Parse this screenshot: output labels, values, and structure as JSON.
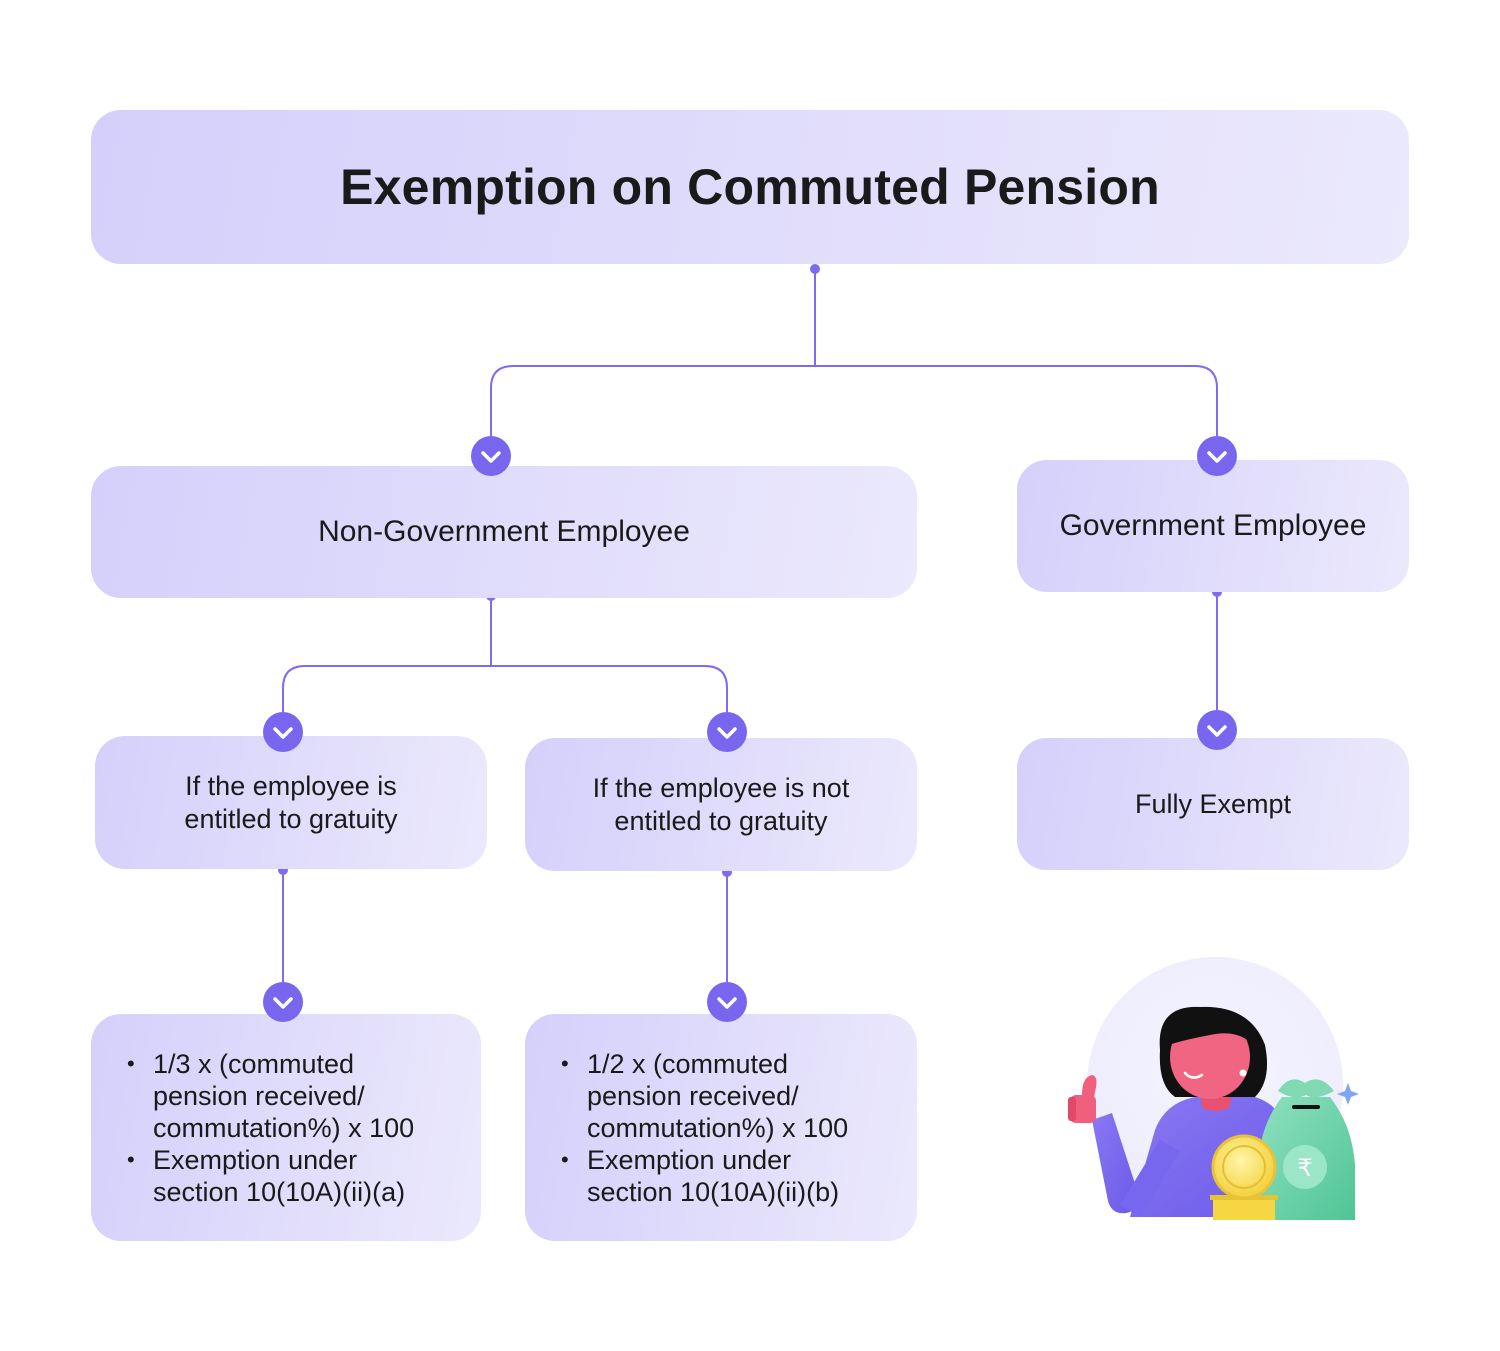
{
  "title": "Exemption on Commuted Pension",
  "branches": {
    "non_government": "Non-Government Employee",
    "government": "Government Employee"
  },
  "conditions": {
    "gratuity_line1": "If the employee is",
    "gratuity_line2": "entitled to gratuity",
    "no_gratuity_line1": "If the employee is not",
    "no_gratuity_line2": "entitled to gratuity",
    "fully_exempt": "Fully Exempt"
  },
  "formulas": {
    "a": {
      "bullet1": "1/3  x (commuted pension received/ commutation%) x 100",
      "bullet2": "Exemption under section 10(10A)(ii)(a)"
    },
    "b": {
      "bullet1": "1/2 x (commuted pension received/ commutation%) x 100",
      "bullet2": "Exemption under section 10(10A)(ii)(b)"
    }
  },
  "colors": {
    "connector": "#7b6cf0",
    "box_fill": "#dcd8fb",
    "chevron_fill": "#7966ee"
  }
}
